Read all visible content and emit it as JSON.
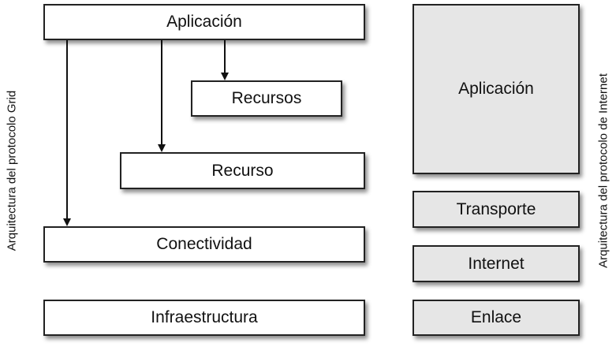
{
  "grid_stack": {
    "label": "Arquitectura del protocolo Grid",
    "layers": [
      "Aplicación",
      "Recursos",
      "Recurso",
      "Conectividad",
      "Infraestructura"
    ]
  },
  "internet_stack": {
    "label": "Arquitectura del protocolo de Internet",
    "layers": [
      "Aplicación",
      "Transporte",
      "Internet",
      "Enlace"
    ]
  },
  "arrows": [
    {
      "from": "Aplicación",
      "to": "Recursos"
    },
    {
      "from": "Aplicación",
      "to": "Recurso"
    },
    {
      "from": "Aplicación",
      "to": "Conectividad"
    }
  ],
  "colors": {
    "grid_fill": "#ffffff",
    "internet_fill": "#e6e6e6",
    "border": "#222222"
  }
}
